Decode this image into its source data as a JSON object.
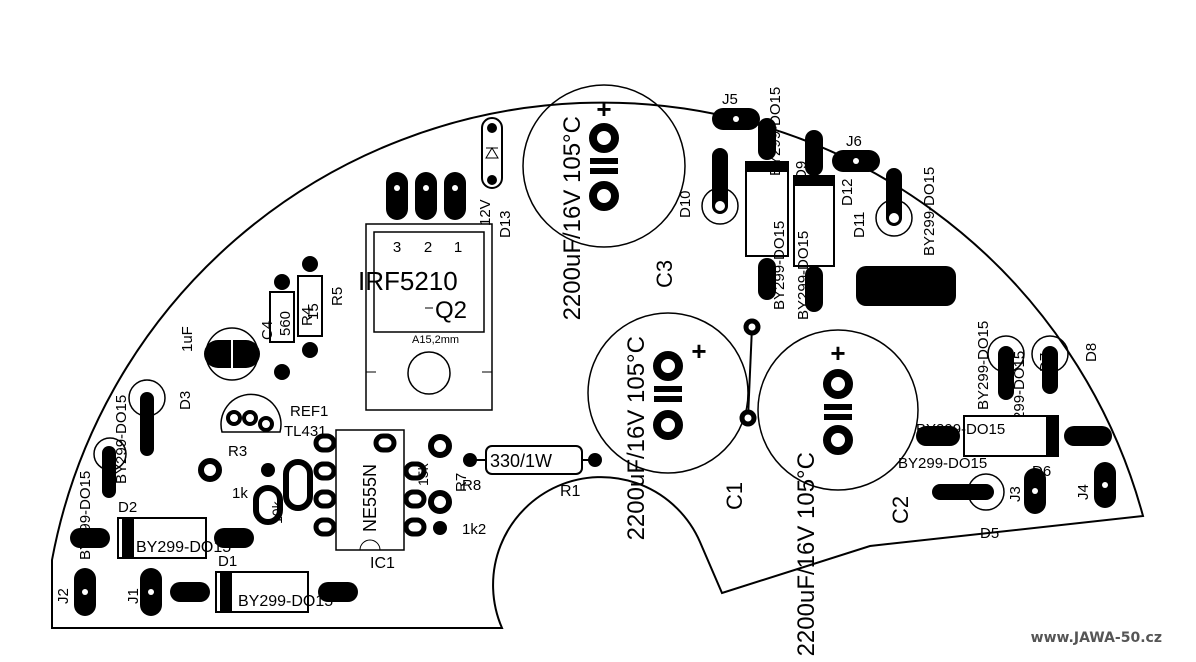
{
  "labels": {
    "cap_value": "2200uF/16V 105°C",
    "plus": "+",
    "c1": "C1",
    "c2": "C2",
    "c3": "C3",
    "q2": "Q2",
    "q2_part": "IRF5210",
    "q2_heatsink": "A15,2mm",
    "pin1": "1",
    "pin2": "2",
    "pin3": "3",
    "ic1": "IC1",
    "ic1_part": "NE555N",
    "ref1": "REF1",
    "ref1_part": "TL431",
    "r1": "R1",
    "r1_val": "330/1W",
    "r3": "R3",
    "r4": "R4",
    "r5": "R5",
    "r7": "R7",
    "r8": "R8",
    "r4_val": "15",
    "r5_val": "560",
    "val_1k": "1k",
    "val_1k2": "1k2",
    "val_15k": "15k",
    "val_10k": "10k",
    "c4": "C4",
    "c4_val": "1uF",
    "d1": "D1",
    "d2": "D2",
    "d3": "D3",
    "d5": "D5",
    "d6": "D6",
    "d7": "D7",
    "d8": "D8",
    "d9": "D9",
    "d10": "D10",
    "d11": "D11",
    "d12": "D12",
    "d13": "D13",
    "d13_val": "12V",
    "by299": "BY299-DO15",
    "j1": "J1",
    "j2": "J2",
    "j3": "J3",
    "j4": "J4",
    "j5": "J5",
    "j6": "J6"
  },
  "watermark": "www.JAWA-50.cz"
}
